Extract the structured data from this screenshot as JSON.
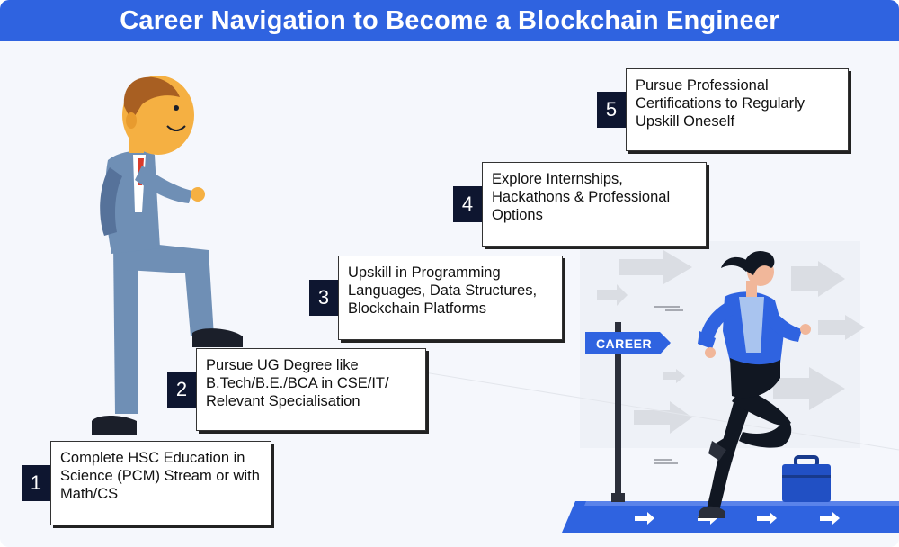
{
  "title": "Career Navigation to Become a Blockchain Engineer",
  "steps": [
    {
      "number": "1",
      "text": "Complete HSC Education in Science (PCM) Stream or with Math/CS"
    },
    {
      "number": "2",
      "text": "Pursue UG Degree like B.Tech/B.E./BCA in CSE/IT/ Relevant Specialisation"
    },
    {
      "number": "3",
      "text": "Upskill in Programming Languages, Data Structures, Blockchain Platforms"
    },
    {
      "number": "4",
      "text": "Explore Internships, Hackathons & Professional Options"
    },
    {
      "number": "5",
      "text": "Pursue Professional Certifications to Regularly Upskill Oneself"
    }
  ],
  "sign_label": "CAREER",
  "colors": {
    "accent": "#2f63e0",
    "badge": "#0e1630",
    "suit": "#6f8fb5"
  }
}
